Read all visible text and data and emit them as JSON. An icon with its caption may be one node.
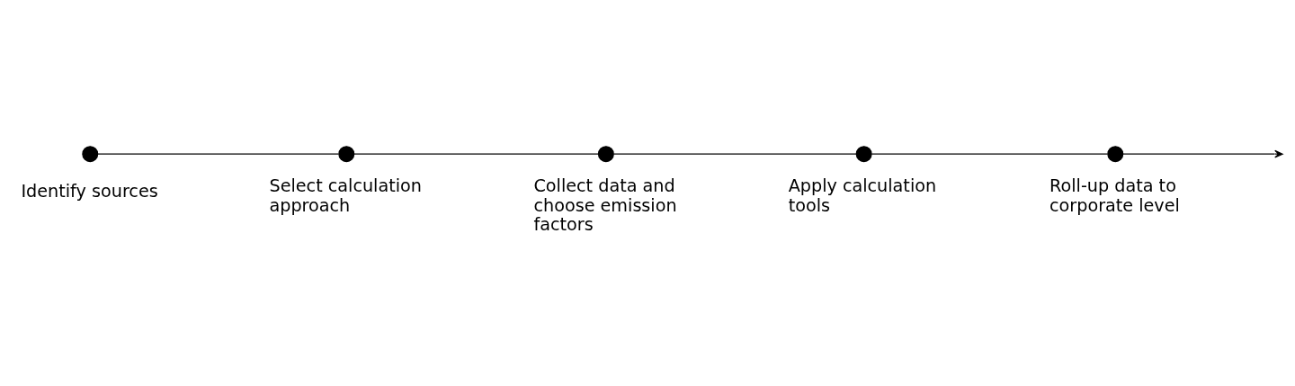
{
  "diagram": {
    "nodes": [
      {
        "text": [],
        "shape": "circle",
        "beside": [
          "Identify sources"
        ]
      },
      {
        "text": [],
        "shape": "circle",
        "beside": [
          "Select calculation approach"
        ]
      },
      {
        "text": [],
        "shape": "circle",
        "beside": [
          "Collect data and choose emission factors"
        ]
      },
      {
        "text": [],
        "shape": "circle",
        "beside": [
          "Apply calculation tools"
        ]
      },
      {
        "text": [],
        "shape": "circle",
        "beside": [
          "Roll-up data to corporate level"
        ]
      }
    ],
    "edges": [
      {
        "from": 0,
        "to": 1,
        "arrow": "none"
      },
      {
        "from": 1,
        "to": 2,
        "arrow": "none"
      },
      {
        "from": 2,
        "to": 3,
        "arrow": "none"
      },
      {
        "from": 3,
        "to": 4,
        "arrow": "none"
      },
      {
        "from": 4,
        "to": null,
        "arrow": "to"
      }
    ]
  }
}
